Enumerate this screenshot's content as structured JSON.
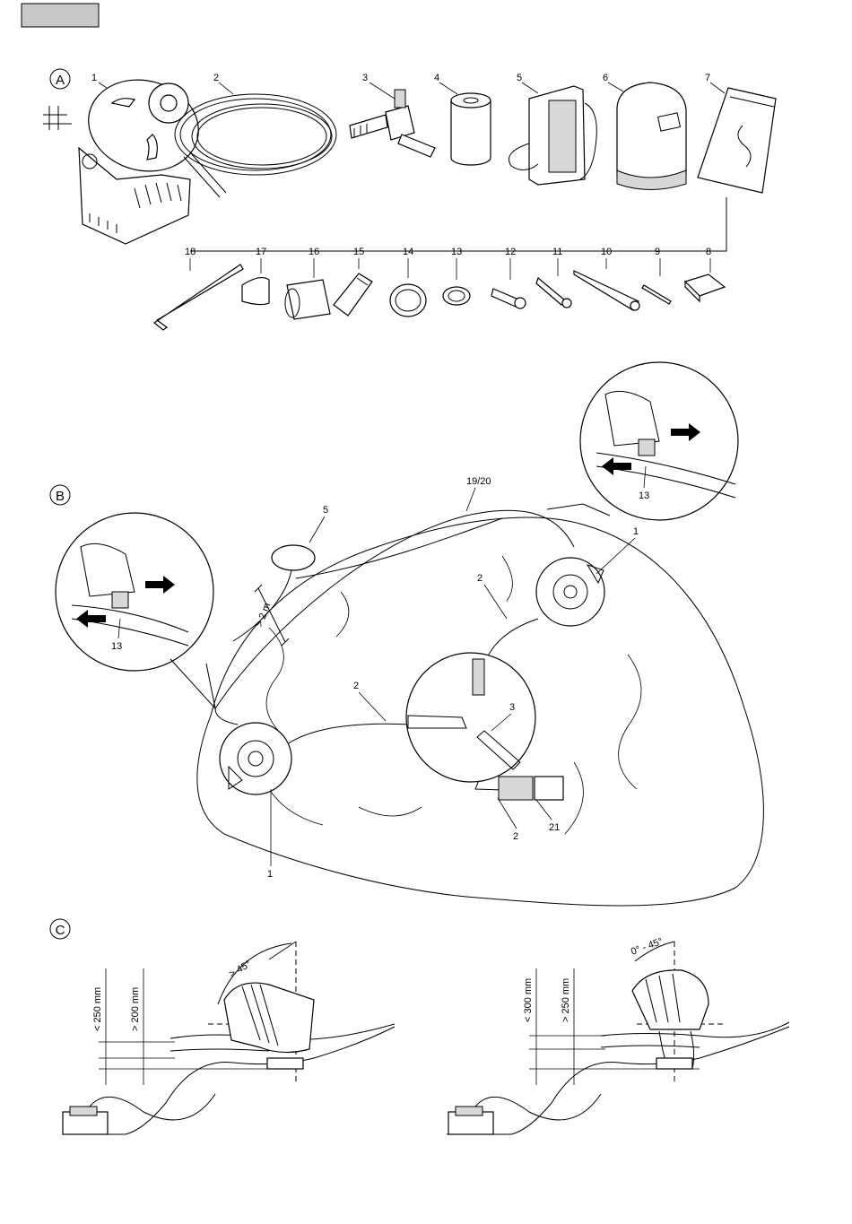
{
  "header_box": "",
  "section_a": {
    "label": "A",
    "parts_top": [
      "1",
      "2",
      "3",
      "4",
      "5",
      "6",
      "7"
    ],
    "parts_bottom": [
      "18",
      "17",
      "16",
      "15",
      "14",
      "13",
      "12",
      "11",
      "10",
      "9",
      "8"
    ]
  },
  "section_b": {
    "label": "B",
    "callouts": {
      "cable": "19/20",
      "transformer": "5",
      "distance": "> 2 m",
      "spot_right": "1",
      "spot_left": "1",
      "hose_right": "2",
      "hose_mid": "2",
      "hose_bottom": "2",
      "distributor": "3",
      "filter": "21",
      "clamp_left": "13",
      "clamp_right": "13"
    }
  },
  "section_c": {
    "label": "C",
    "left": {
      "depth_max": "< 250 mm",
      "depth_min": "> 200 mm",
      "angle": "> 45°"
    },
    "right": {
      "depth_max": "< 300 mm",
      "depth_min": "> 250 mm",
      "angle": "0° - 45°"
    }
  },
  "colors": {
    "ink": "#000000",
    "header_fill": "#c8c8c8",
    "part_fill": "#ffffff",
    "shade": "#d8d8d8"
  }
}
